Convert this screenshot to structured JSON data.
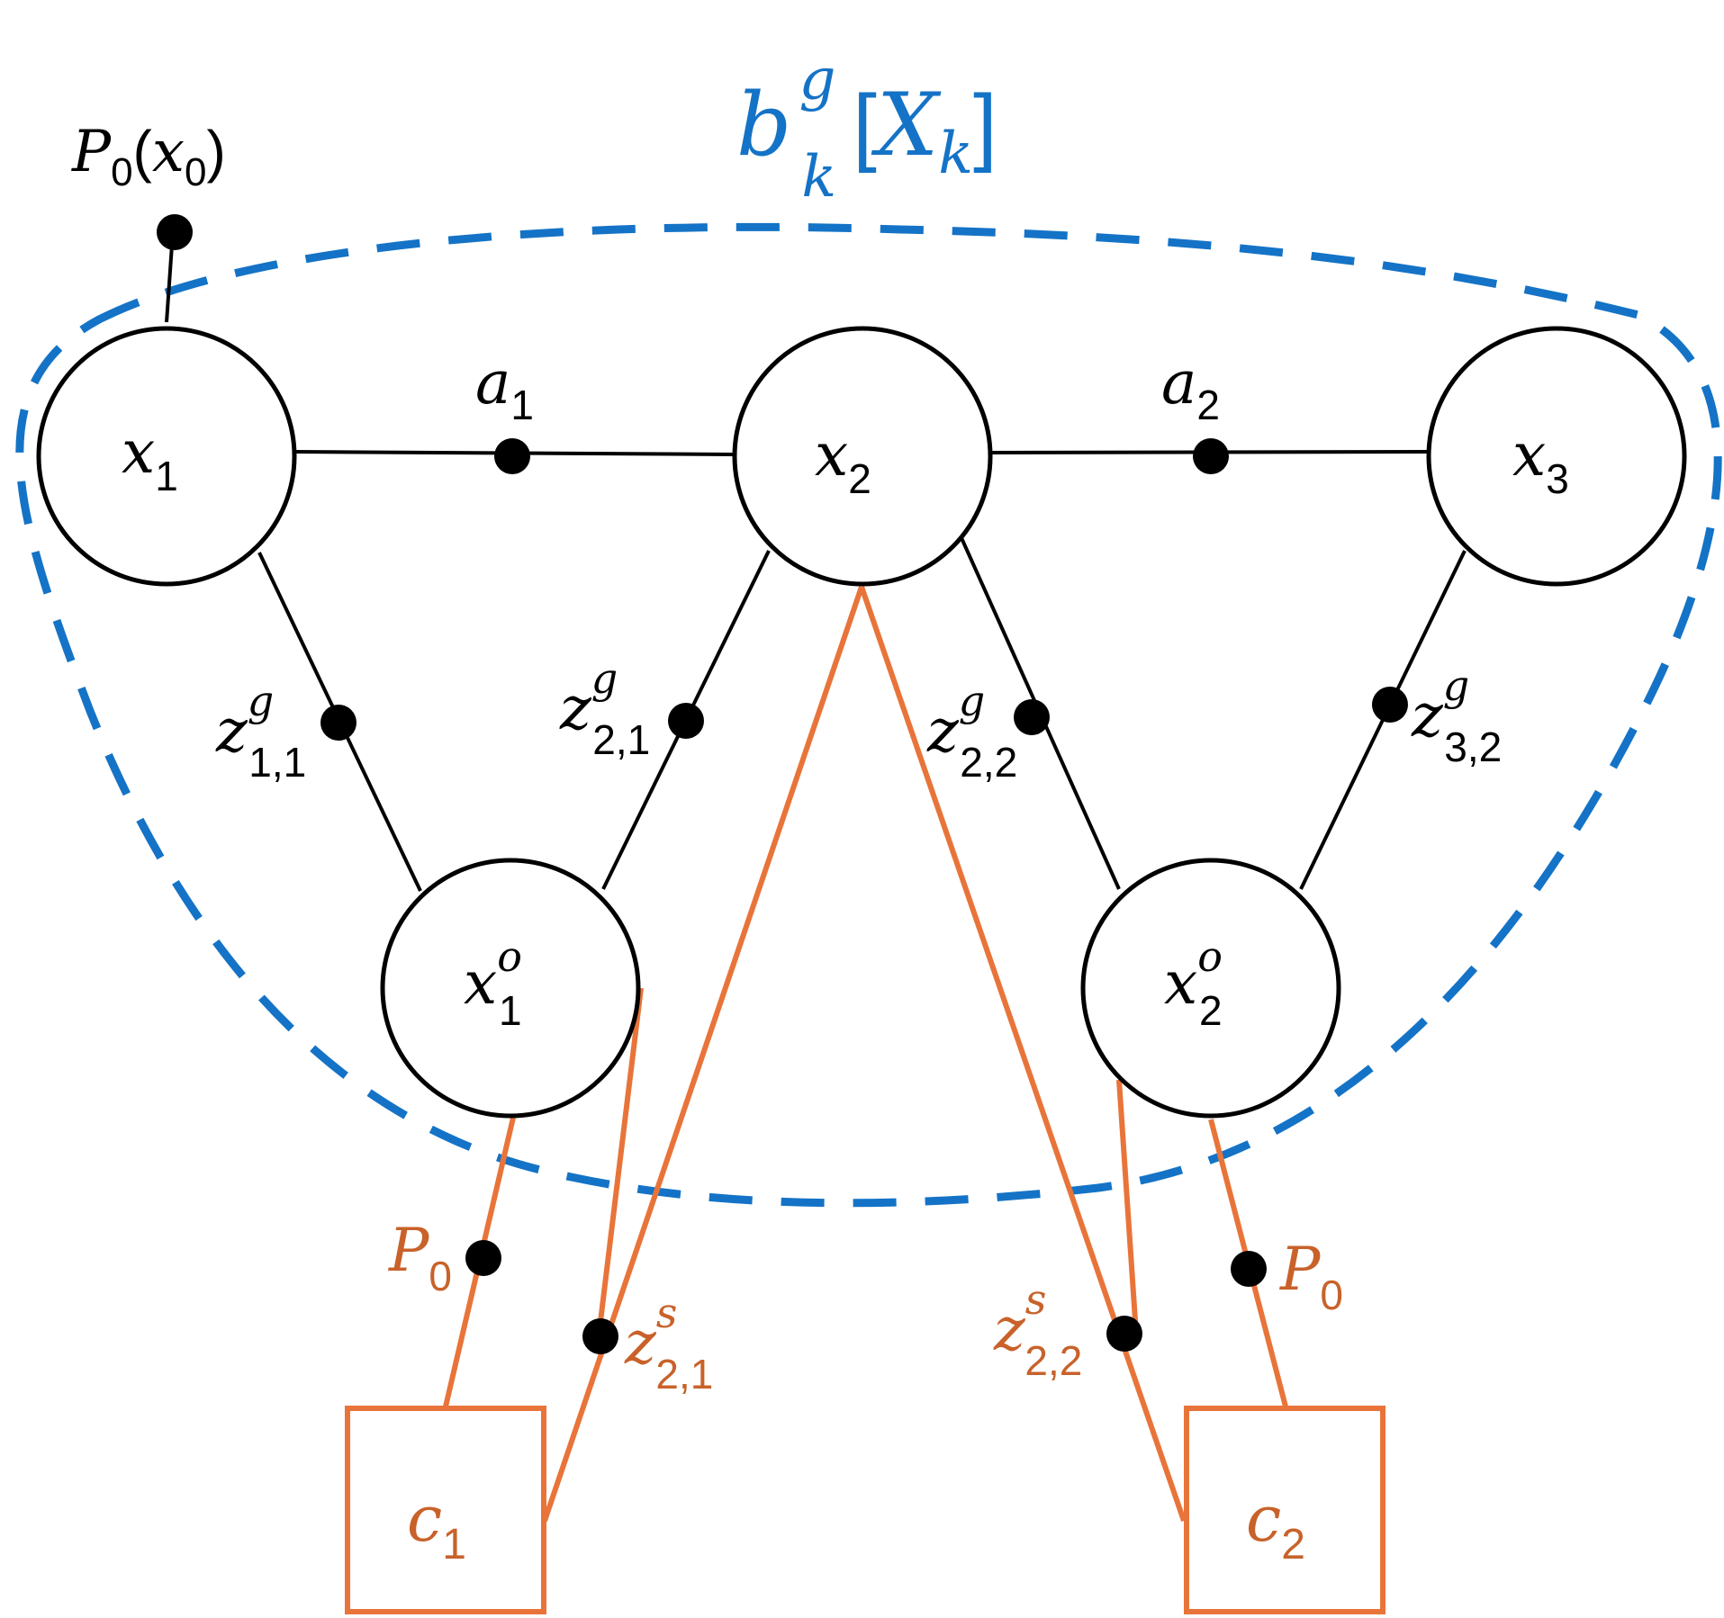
{
  "belief": {
    "base": "b",
    "sup": "g",
    "sub": "k",
    "bracket_open": "[",
    "var": "X",
    "var_sub": "k",
    "bracket_close": "]"
  },
  "prior": {
    "base": "P",
    "sub": "0",
    "paren_open": "(",
    "arg": "x",
    "arg_sub": "0",
    "paren_close": ")"
  },
  "nodes": {
    "x1": {
      "base": "x",
      "sub": "1",
      "sup": ""
    },
    "x2": {
      "base": "x",
      "sub": "2",
      "sup": ""
    },
    "x3": {
      "base": "x",
      "sub": "3",
      "sup": ""
    },
    "x1o": {
      "base": "x",
      "sub": "1",
      "sup": "o"
    },
    "x2o": {
      "base": "x",
      "sub": "2",
      "sup": "o"
    }
  },
  "factors": {
    "a1": {
      "base": "a",
      "sub": "1"
    },
    "a2": {
      "base": "a",
      "sub": "2"
    },
    "z11g": {
      "base": "z",
      "sup": "g",
      "sub": "1,1"
    },
    "z21g": {
      "base": "z",
      "sup": "g",
      "sub": "2,1"
    },
    "z22g": {
      "base": "z",
      "sup": "g",
      "sub": "2,2"
    },
    "z32g": {
      "base": "z",
      "sup": "g",
      "sub": "3,2"
    },
    "p0_left": {
      "base": "P",
      "sub": "0"
    },
    "p0_right": {
      "base": "P",
      "sub": "0"
    },
    "z21s": {
      "base": "z",
      "sup": "s",
      "sub": "2,1"
    },
    "z22s": {
      "base": "z",
      "sup": "s",
      "sub": "2,2"
    }
  },
  "cameras": {
    "c1": {
      "base": "c",
      "sub": "1"
    },
    "c2": {
      "base": "c",
      "sub": "2"
    }
  },
  "colors": {
    "belief_blue": "#1473C6",
    "camera_orange": "#E8743A",
    "label_orange": "#C8622A",
    "ink": "#000000"
  }
}
